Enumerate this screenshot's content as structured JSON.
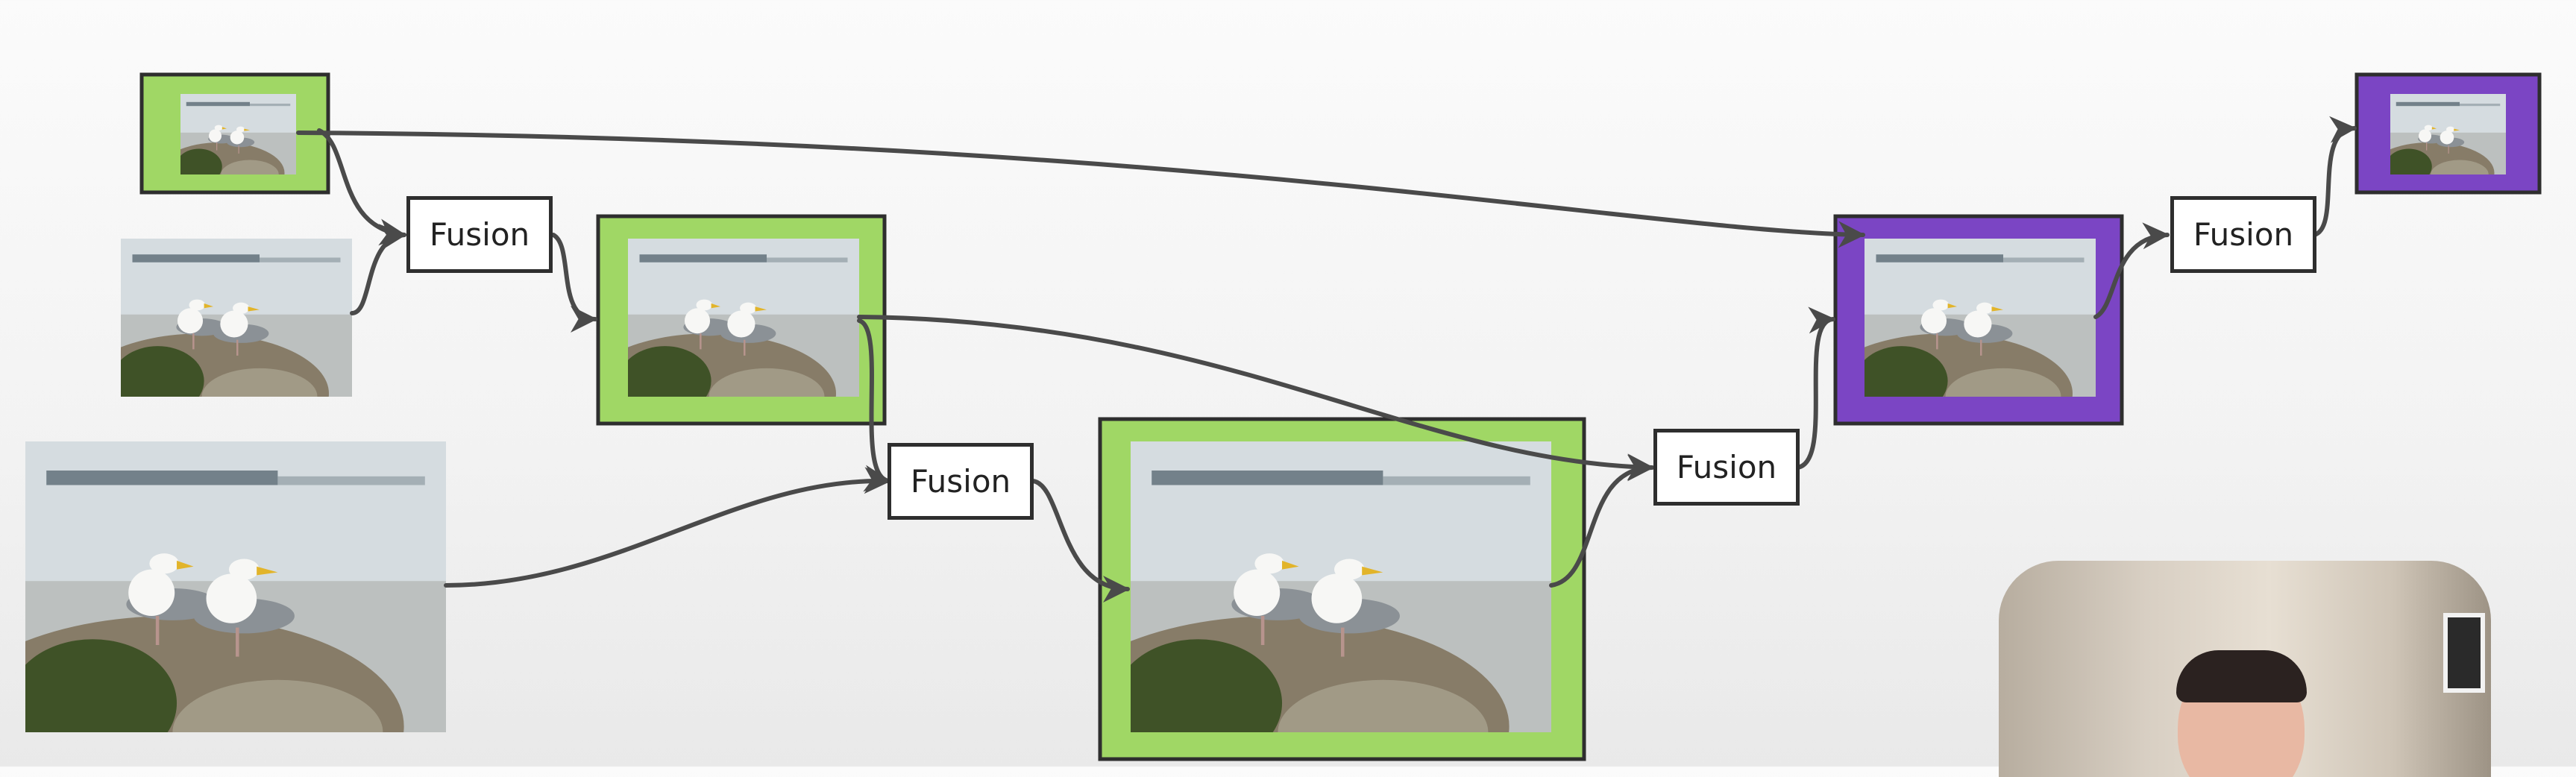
{
  "nodes": {
    "fusion_1": "Fusion",
    "fusion_2": "Fusion",
    "fusion_3": "Fusion",
    "fusion_4": "Fusion"
  },
  "colors": {
    "green": "#a0d765",
    "purple": "#7b45c4",
    "border": "#2e2e2e",
    "arrow": "#4a4a4a"
  },
  "images": {
    "subject": "two-seagulls-on-rocks-photo"
  },
  "webcam": {
    "subject": "presenter-webcam"
  }
}
